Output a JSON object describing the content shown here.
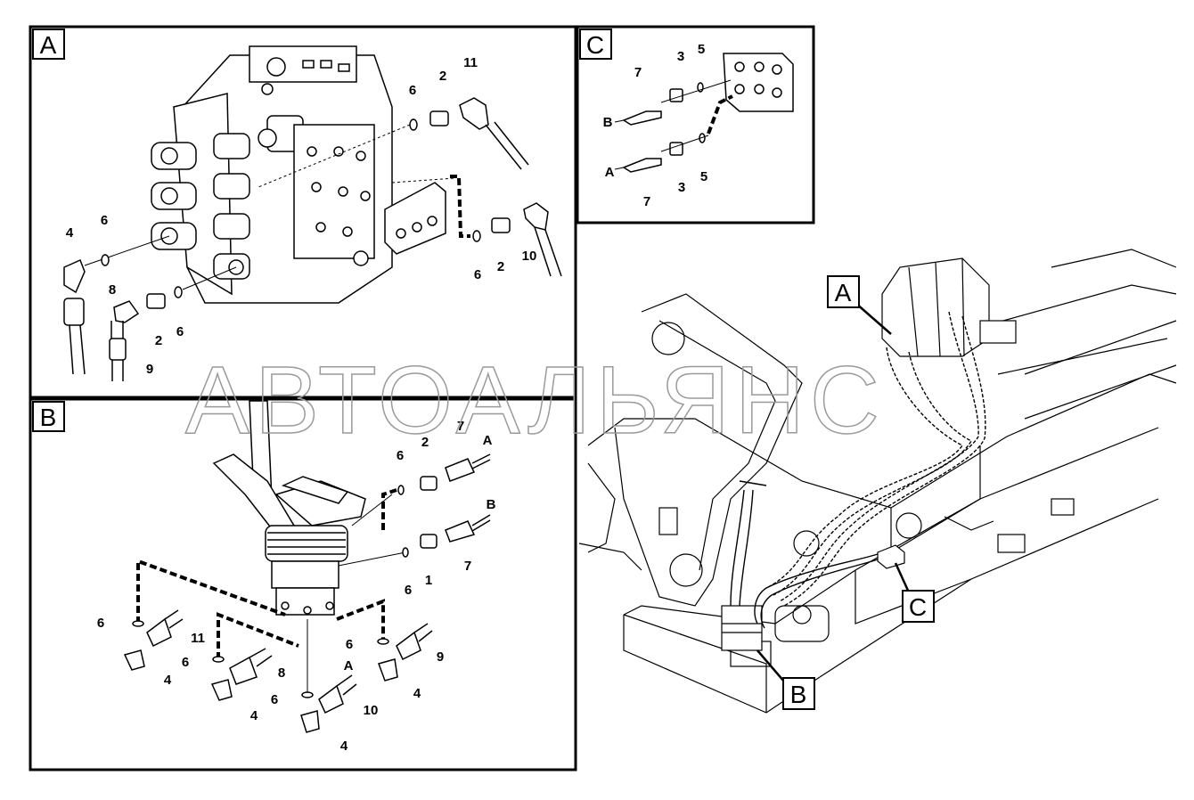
{
  "watermark": "АВТОАЛЬЯНС",
  "panels": {
    "A": {
      "letter": "A"
    },
    "B": {
      "letter": "B"
    },
    "C": {
      "letter": "C"
    }
  },
  "callouts": {
    "A": "A",
    "B": "B",
    "C": "C"
  },
  "parts_a": [
    {
      "text": "11"
    },
    {
      "text": "2"
    },
    {
      "text": "6"
    },
    {
      "text": "4"
    },
    {
      "text": "6"
    },
    {
      "text": "8"
    },
    {
      "text": "2"
    },
    {
      "text": "6"
    },
    {
      "text": "9"
    },
    {
      "text": "6"
    },
    {
      "text": "2"
    },
    {
      "text": "10"
    }
  ],
  "parts_b": [
    {
      "text": "7"
    },
    {
      "text": "A"
    },
    {
      "text": "2"
    },
    {
      "text": "6"
    },
    {
      "text": "B"
    },
    {
      "text": "7"
    },
    {
      "text": "1"
    },
    {
      "text": "6"
    },
    {
      "text": "6"
    },
    {
      "text": "11"
    },
    {
      "text": "4"
    },
    {
      "text": "6"
    },
    {
      "text": "8"
    },
    {
      "text": "4"
    },
    {
      "text": "6"
    },
    {
      "text": "9"
    },
    {
      "text": "4"
    },
    {
      "text": "A"
    },
    {
      "text": "6"
    },
    {
      "text": "10"
    },
    {
      "text": "4"
    }
  ],
  "parts_c": [
    {
      "text": "7"
    },
    {
      "text": "3"
    },
    {
      "text": "5"
    },
    {
      "text": "B"
    },
    {
      "text": "A"
    },
    {
      "text": "7"
    },
    {
      "text": "3"
    },
    {
      "text": "5"
    }
  ]
}
